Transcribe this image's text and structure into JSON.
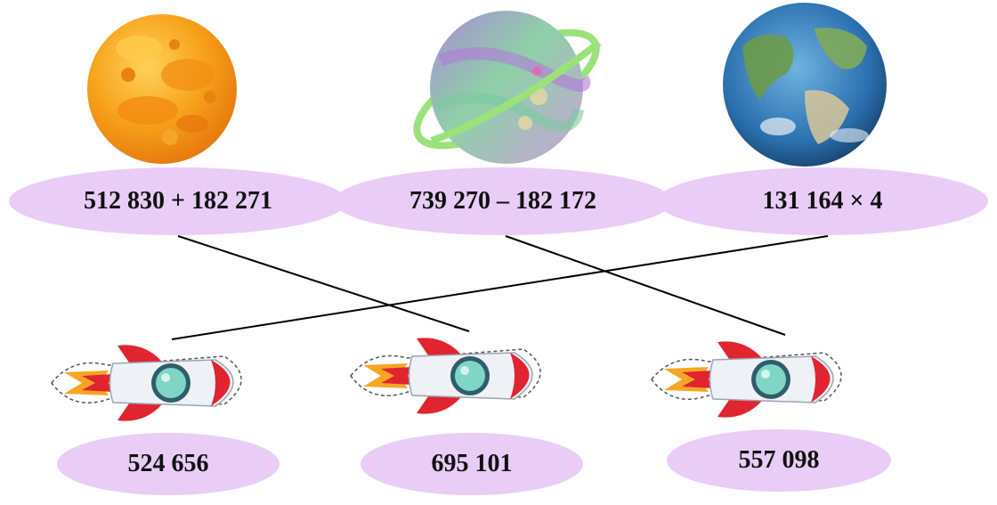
{
  "expressions": [
    {
      "text": "512 830 + 182 271"
    },
    {
      "text": "739 270 – 182 172"
    },
    {
      "text": "131 164 × 4"
    }
  ],
  "answers": [
    {
      "text": "524 656"
    },
    {
      "text": "695 101"
    },
    {
      "text": "557 098"
    }
  ],
  "connections": [
    {
      "from_expression": 0,
      "to_answer": 1
    },
    {
      "from_expression": 1,
      "to_answer": 2
    },
    {
      "from_expression": 2,
      "to_answer": 0
    }
  ],
  "colors": {
    "oval_fill": "#e9cdf7",
    "line": "#000000",
    "rocket_body": "#eef2f6",
    "rocket_red": "#e02430",
    "rocket_flame": "#f6a623",
    "window": "#7fd6c6"
  },
  "icons": [
    "orange-planet-icon",
    "ringed-planet-icon",
    "earth-planet-icon",
    "rocket-icon"
  ]
}
